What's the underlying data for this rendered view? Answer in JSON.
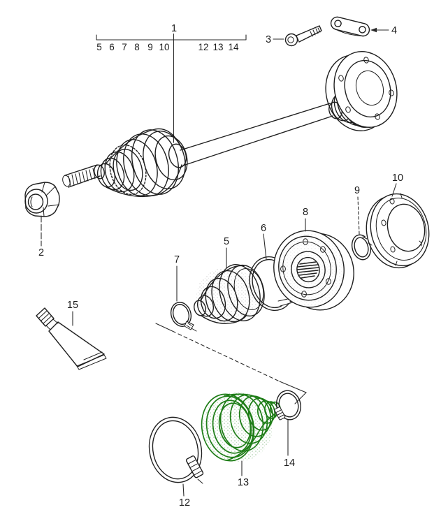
{
  "diagram": {
    "figure_type": "exploded parts diagram",
    "colors": {
      "background": "#ffffff",
      "line": "#1f1f1f",
      "highlight_green": "#1e7d17"
    },
    "assembly": {
      "label": "1",
      "bracket_left": [
        "5",
        "6",
        "7",
        "8",
        "9",
        "10"
      ],
      "bracket_right": [
        "12",
        "13",
        "14"
      ]
    },
    "callouts": {
      "n2": "2",
      "n3": "3",
      "n4": "4",
      "n5": "5",
      "n6": "6",
      "n7": "7",
      "n8": "8",
      "n9": "9",
      "n10": "10",
      "n12": "12",
      "n13": "13",
      "n14": "14",
      "n15": "15"
    }
  }
}
